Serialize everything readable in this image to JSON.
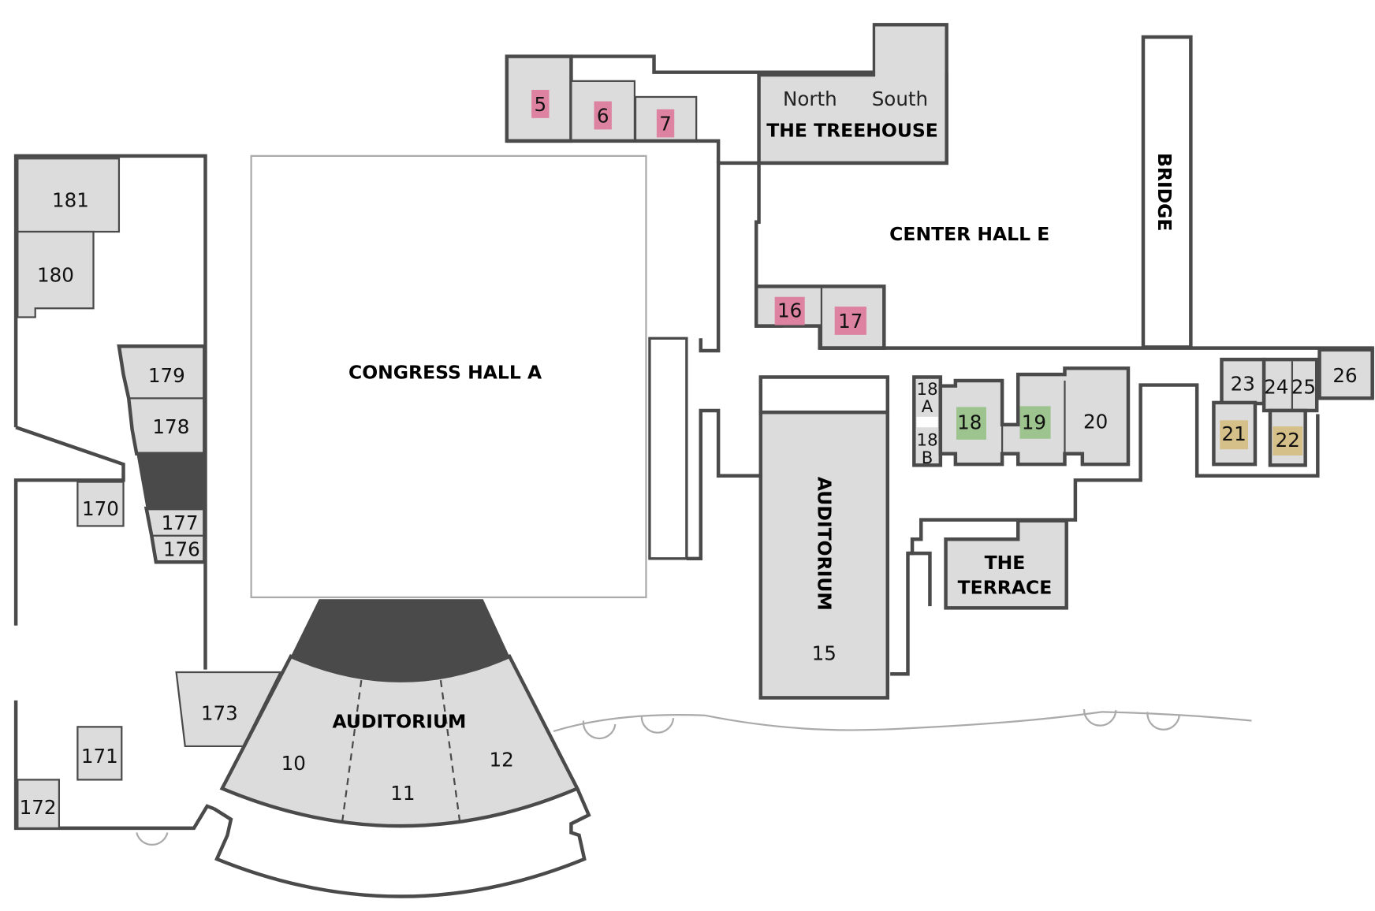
{
  "colors": {
    "wall": "#4a4a4a",
    "room": "#dcdcdc",
    "pink": "#dd82a0",
    "green": "#9dc48f",
    "tan": "#d6c089",
    "water": "#aaaaaa"
  },
  "halls": {
    "congress_a": "CONGRESS HALL A",
    "center_e": "CENTER HALL E",
    "treehouse": "THE TREEHOUSE",
    "treehouse_north": "North",
    "treehouse_south": "South",
    "bridge": "BRIDGE",
    "auditorium_main": "AUDITORIUM",
    "auditorium_15": "AUDITORIUM",
    "terrace_1": "THE",
    "terrace_2": "TERRACE"
  },
  "rooms": {
    "r5": "5",
    "r6": "6",
    "r7": "7",
    "r10": "10",
    "r11": "11",
    "r12": "12",
    "r15": "15",
    "r16": "16",
    "r17": "17",
    "r18": "18",
    "r18a_1": "18",
    "r18a_2": "A",
    "r18b_1": "18",
    "r18b_2": "B",
    "r19": "19",
    "r20": "20",
    "r21": "21",
    "r22": "22",
    "r23": "23",
    "r24": "24",
    "r25": "25",
    "r26": "26",
    "r170": "170",
    "r171": "171",
    "r172": "172",
    "r173": "173",
    "r176": "176",
    "r177": "177",
    "r178": "178",
    "r179": "179",
    "r180": "180",
    "r181": "181"
  }
}
